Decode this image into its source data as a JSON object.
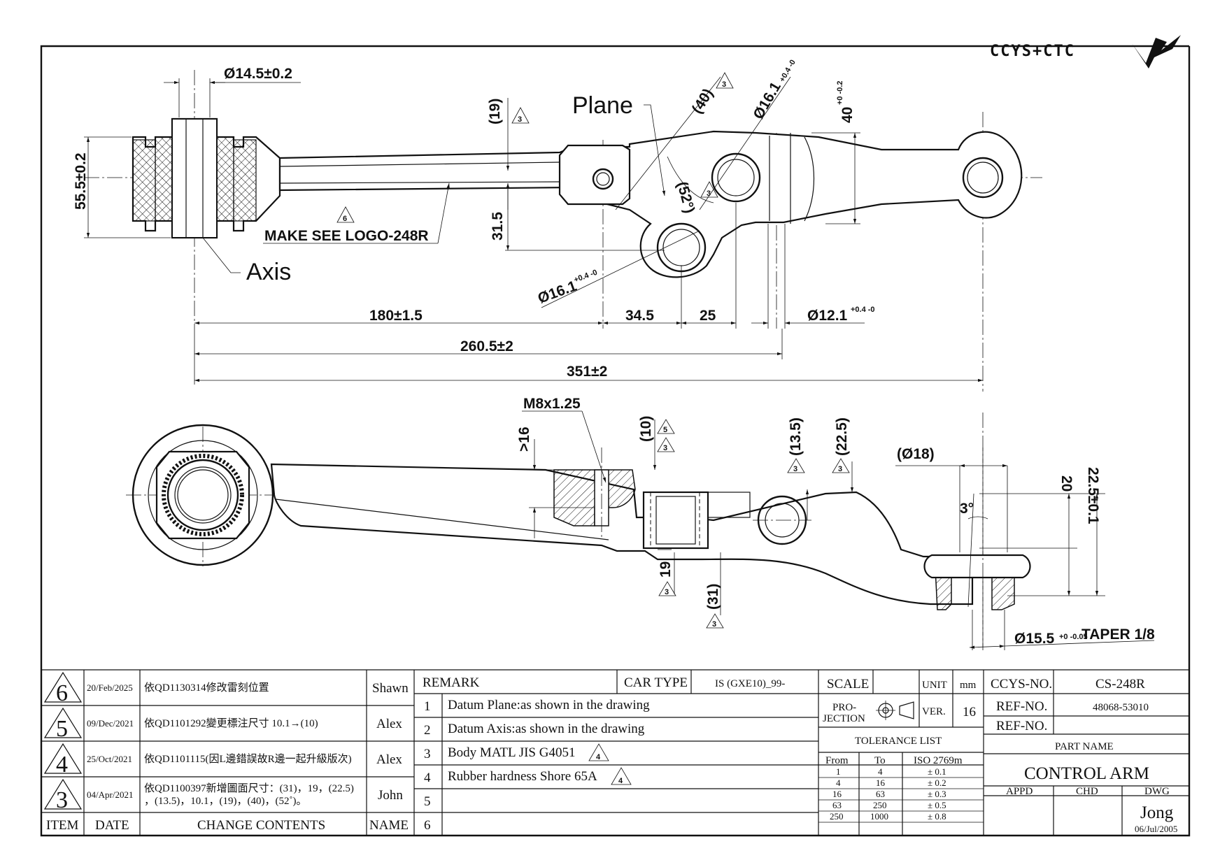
{
  "logo": {
    "text": "CCYS+CTC"
  },
  "top_view": {
    "labels": {
      "plane": "Plane",
      "axis": "Axis",
      "logo_note": "MAKE SEE LOGO-248R"
    },
    "dims": {
      "bushing_dia": "Ø14.5±0.2",
      "height": "55.5±0.2",
      "d19": "(19)",
      "d40p": "(40)",
      "hole1": "Ø16.1",
      "hole1_tol": "+0.4 -0",
      "d40_tol": "40",
      "d40_tol_sup": "+0 -0.2",
      "angle52": "(52°)",
      "d31_5": "31.5",
      "hole2": "Ø16.1",
      "hole2_tol": "+0.4 -0",
      "d180": "180±1.5",
      "d34_5": "34.5",
      "d25": "25",
      "hole3": "Ø12.1",
      "hole3_tol": "+0.4 -0",
      "d260_5": "260.5±2",
      "d351": "351±2"
    },
    "rev_marks": {
      "r3": "3",
      "r6": "6"
    }
  },
  "side_view": {
    "dims": {
      "thread": "M8x1.25",
      "depth": ">16",
      "d10": "(10)",
      "d13_5": "(13.5)",
      "d22_5p": "(22.5)",
      "d18": "(Ø18)",
      "d20": "20",
      "d22_5": "22.5±0.1",
      "angle3": "3°",
      "d19": "19",
      "d31": "(31)",
      "taper_dia": "Ø15.5",
      "taper_tol": "+0 -0.05",
      "taper": "TAPER 1/8"
    },
    "rev_marks": {
      "r3": "3",
      "r5": "5"
    }
  },
  "revisions": {
    "rows": [
      {
        "mark": "6",
        "date": "20/Feb/2025",
        "content": "依QD1130314修改雷刻位置",
        "name": "Shawn"
      },
      {
        "mark": "5",
        "date": "09/Dec/2021",
        "content": "依QD1101292變更標注尺寸  10.1→(10)",
        "name": "Alex"
      },
      {
        "mark": "4",
        "date": "25/Oct/2021",
        "content": "依QD1101115(因L邊錯誤故R邊一起升級版次)",
        "name": "Alex"
      },
      {
        "mark": "3",
        "date": "04/Apr/2021",
        "content": "依QD1100397新增圖面尺寸：(31)，19，(22.5)",
        "content2": "，(13.5)，10.1，(19)，(40)，(52˚)。",
        "name": "John"
      }
    ],
    "headers": {
      "item": "ITEM",
      "date": "DATE",
      "change": "CHANGE CONTENTS",
      "name": "NAME"
    }
  },
  "remarks": {
    "title": "REMARK",
    "car_type_label": "CAR TYPE",
    "car_type": "IS (GXE10)_99-",
    "items": [
      {
        "no": "1",
        "text": "Datum Plane:as shown in the drawing"
      },
      {
        "no": "2",
        "text": "Datum Axis:as shown in the drawing"
      },
      {
        "no": "3",
        "text": "Body MATL JIS G4051",
        "rev": "4"
      },
      {
        "no": "4",
        "text": "Rubber hardness Shore 65A",
        "rev": "4"
      },
      {
        "no": "5",
        "text": ""
      },
      {
        "no": "6",
        "text": ""
      }
    ]
  },
  "info": {
    "scale_label": "SCALE",
    "scale": "",
    "unit_label": "UNIT",
    "unit": "mm",
    "projection_label_1": "PRO-",
    "projection_label_2": "JECTION",
    "ver_label": "VER.",
    "ver": "16",
    "tolerance_title": "TOLERANCE LIST",
    "tol_headers": [
      "From",
      "To",
      "ISO 2769m"
    ],
    "tolerances": [
      [
        "1",
        "4",
        "± 0.1"
      ],
      [
        "4",
        "16",
        "± 0.2"
      ],
      [
        "16",
        "63",
        "± 0.3"
      ],
      [
        "63",
        "250",
        "± 0.5"
      ],
      [
        "250",
        "1000",
        "± 0.8"
      ]
    ],
    "ccys_no_label": "CCYS-NO.",
    "ccys_no": "CS-248R",
    "ref_no_label": "REF-NO.",
    "ref_no": "48068-53010",
    "ref_no2_label": "REF-NO.",
    "ref_no2": "",
    "part_name_label": "PART NAME",
    "part_name": "CONTROL ARM",
    "appd_label": "APPD",
    "chd_label": "CHD",
    "dwg_label": "DWG",
    "appd": "",
    "chd": "",
    "dwg": "Jong",
    "dwg_date": "06/Jul/2005"
  }
}
